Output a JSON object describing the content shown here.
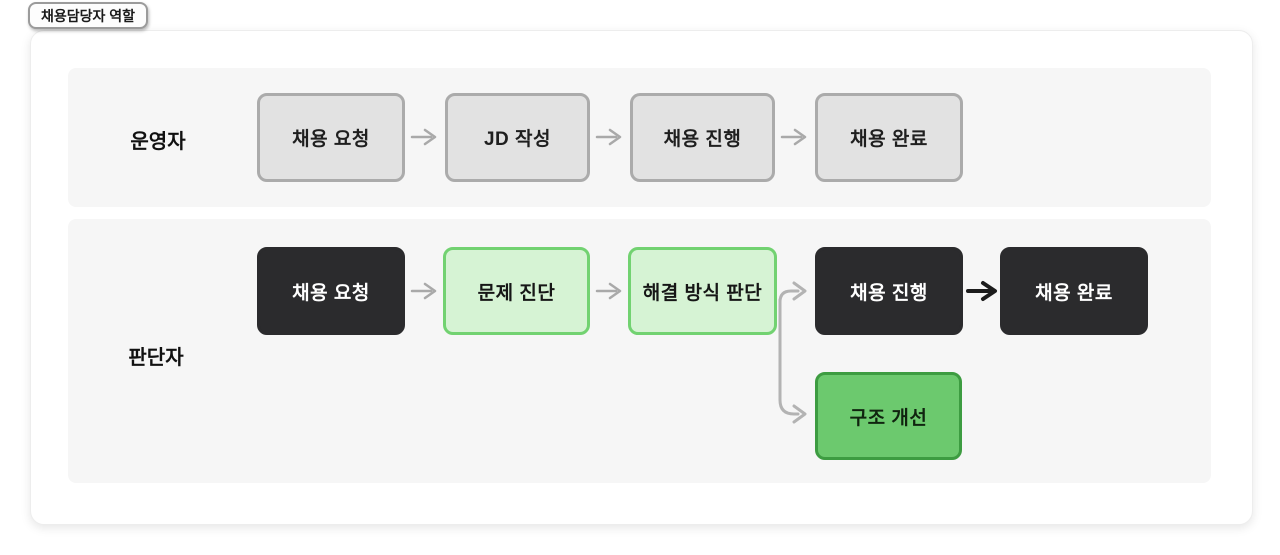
{
  "badge": {
    "label": "채용담당자 역할"
  },
  "lanes": [
    {
      "role": "운영자",
      "boxes": [
        {
          "label": "채용 요청",
          "style": "gray"
        },
        {
          "label": "JD 작성",
          "style": "gray"
        },
        {
          "label": "채용 진행",
          "style": "gray"
        },
        {
          "label": "채용 완료",
          "style": "gray"
        }
      ]
    },
    {
      "role": "판단자",
      "boxes": [
        {
          "label": "채용 요청",
          "style": "dark"
        },
        {
          "label": "문제 진단",
          "style": "green-light"
        },
        {
          "label": "해결 방식 판단",
          "style": "green-light"
        },
        {
          "label": "채용 진행",
          "style": "dark"
        },
        {
          "label": "채용 완료",
          "style": "dark"
        },
        {
          "label": "구조 개선",
          "style": "green-solid"
        }
      ]
    }
  ],
  "connectors": {
    "operator_flow": "채용 요청 → JD 작성 → 채용 진행 → 채용 완료",
    "judge_flow": "채용 요청 → 문제 진단 → 해결 방식 판단 → (채용 진행 → 채용 완료 | 구조 개선)"
  },
  "colors": {
    "card_bg": "#ffffff",
    "panel_bg": "#f6f6f6",
    "gray_box_bg": "#e2e2e2",
    "gray_box_border": "#ababab",
    "dark_box_bg": "#2b2b2d",
    "dark_box_text": "#ffffff",
    "green_light_bg": "#d6f3d4",
    "green_light_border": "#72d271",
    "green_solid_bg": "#6cc96e",
    "green_solid_border": "#3d9c41",
    "arrow_gray": "#a9a9a9",
    "arrow_black": "#1c1c1c"
  }
}
